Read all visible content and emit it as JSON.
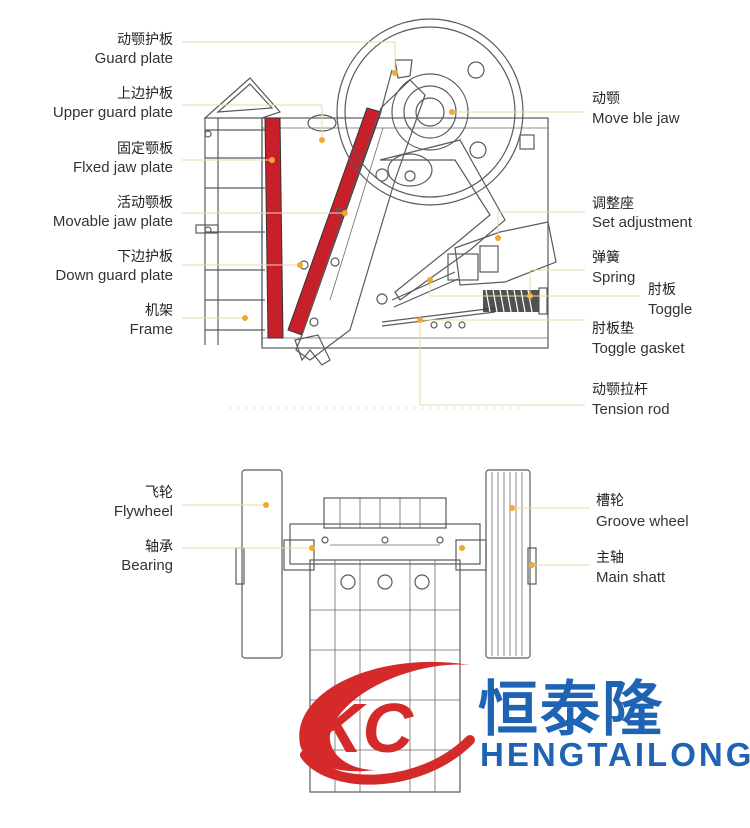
{
  "top_labels_left": [
    {
      "cn": "动颚护板",
      "en": "Guard plate"
    },
    {
      "cn": "上边护板",
      "en": "Upper guard plate"
    },
    {
      "cn": "固定颚板",
      "en": "Flxed jaw plate"
    },
    {
      "cn": "活动颚板",
      "en": "Movable jaw plate"
    },
    {
      "cn": "下边护板",
      "en": "Down guard plate"
    },
    {
      "cn": "机架",
      "en": "Frame"
    }
  ],
  "top_labels_right": [
    {
      "cn": "动颚",
      "en": "Move ble jaw"
    },
    {
      "cn": "调整座",
      "en": "Set adjustment"
    },
    {
      "cn": "弹簧",
      "en": "Spring"
    },
    {
      "cn": "肘板",
      "en": "Toggle"
    },
    {
      "cn": "肘板垫",
      "en": "Toggle gasket"
    },
    {
      "cn": "动颚拉杆",
      "en": "Tension rod"
    }
  ],
  "bottom_labels_left": [
    {
      "cn": "飞轮",
      "en": "Flywheel"
    },
    {
      "cn": "轴承",
      "en": "Bearing"
    }
  ],
  "bottom_labels_right": [
    {
      "cn": "槽轮",
      "en": "Groove wheel"
    },
    {
      "cn": "主轴",
      "en": "Main shatt"
    }
  ],
  "brand": {
    "logo_letters": "KC",
    "name_cn": "恒泰隆",
    "name_en": "HENGTAILONG"
  },
  "colors": {
    "jaw_plate": "#c8202a",
    "leader_dot": "#f0a830",
    "brand_blue": "#1f63b5",
    "logo_red": "#d42a2a"
  }
}
